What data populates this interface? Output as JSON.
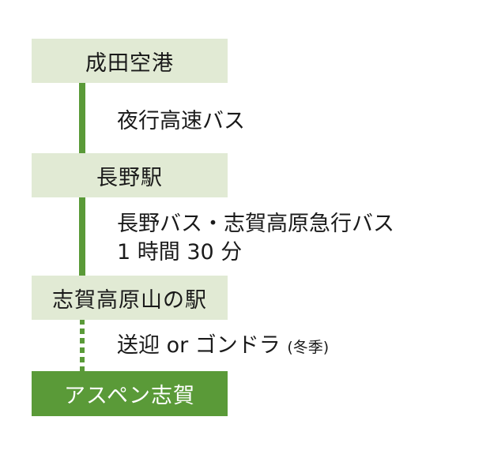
{
  "route": {
    "stops": [
      {
        "name": "成田空港"
      },
      {
        "name": "長野駅"
      },
      {
        "name": "志賀高原山の駅"
      },
      {
        "name": "アスペン志賀"
      }
    ],
    "segments": [
      {
        "line1": "夜行高速バス"
      },
      {
        "line1": "長野バス・志賀高原急行バス",
        "line2": "1 時間 30 分"
      },
      {
        "line1": "送迎 or ゴンドラ",
        "note": "(冬季)"
      }
    ]
  },
  "colors": {
    "stop_fill": "#e1ead4",
    "final_stop_fill": "#5a9a38",
    "route_line": "#5a9a38"
  }
}
